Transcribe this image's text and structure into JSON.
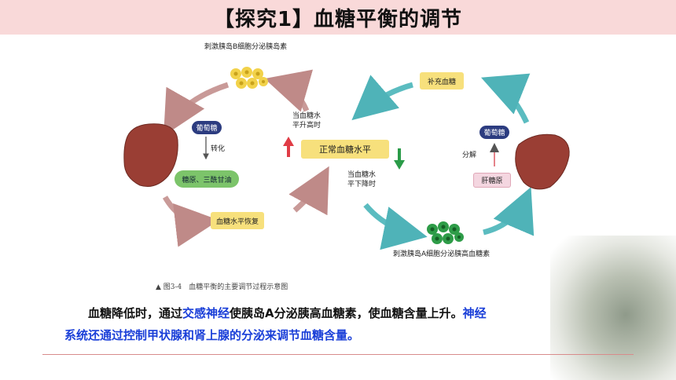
{
  "title": "【探究1】血糖平衡的调节",
  "diagram": {
    "top_label": "刺激胰岛B细胞分泌胰岛素",
    "bottom_label": "刺激胰岛A细胞分泌胰高血糖素",
    "center_box": "正常血糖水平",
    "rise_label_1": "当血糖水",
    "rise_label_2": "平升高时",
    "fall_label_1": "当血糖水",
    "fall_label_2": "平下降时",
    "left_pill": "葡萄糖",
    "left_convert": "转化",
    "left_green": "糖原、三酰甘油",
    "left_box": "血糖水平恢复",
    "right_box": "补充血糖",
    "right_pill": "葡萄糖",
    "right_decompose": "分解",
    "right_pink": "肝糖原",
    "caption": "▲ 图3-4　血糖平衡的主要调节过程示意图"
  },
  "paragraph": {
    "part1": "血糖降低时，通过",
    "part2": "交感神经",
    "part3": "使胰岛A分泌胰高血糖素，使血糖含量上升。",
    "part4": "神经",
    "part5": "系统还通过控制甲状腺和肾上腺的分泌来调节血糖含量。"
  }
}
